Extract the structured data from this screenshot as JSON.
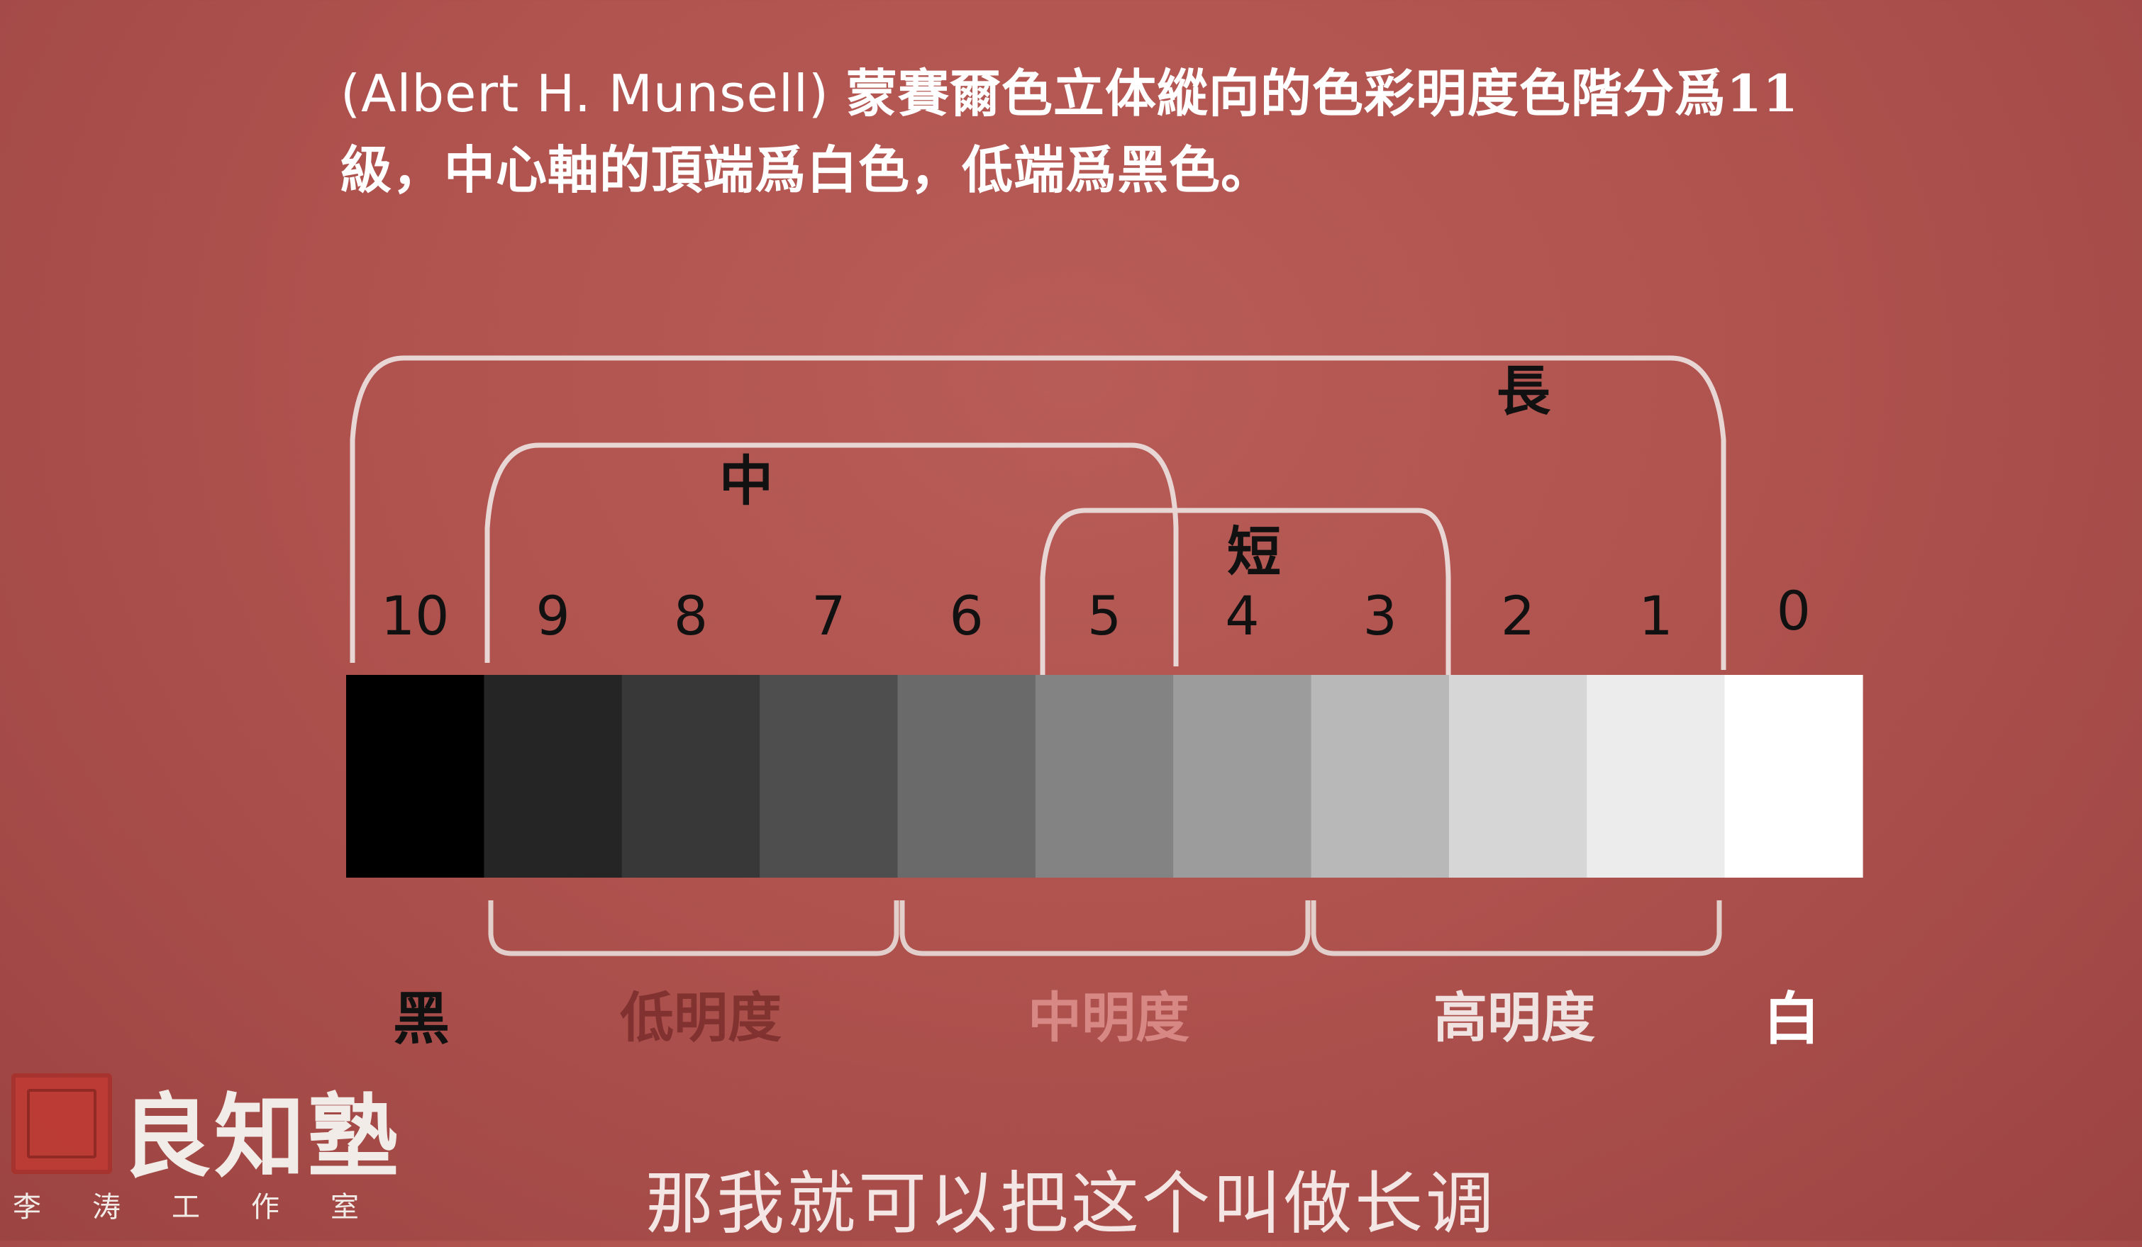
{
  "description": {
    "latin": "(Albert H. Munsell) ",
    "line1": "蒙賽爾色立体縱向的色彩明度色階分爲11",
    "line2": "級，中心軸的頂端爲白色，低端爲黑色。"
  },
  "scale": {
    "labels": [
      "10",
      "9",
      "8",
      "7",
      "6",
      "5",
      "4",
      "3",
      "2",
      "1",
      "0"
    ],
    "grays": [
      "#000000",
      "#252525",
      "#383838",
      "#4e4e4e",
      "#6a6a6a",
      "#838383",
      "#9c9c9c",
      "#b8b8b8",
      "#d6d6d6",
      "#ececec",
      "#ffffff"
    ]
  },
  "brackets": {
    "long": "長",
    "middle": "中",
    "short": "短"
  },
  "groups": {
    "low": "低明度",
    "mid": "中明度",
    "high": "高明度"
  },
  "ends": {
    "black": "黑",
    "white": "白"
  },
  "logo": {
    "title": "良知塾",
    "subtitle": "李涛工作室"
  },
  "subtitle": "那我就可以把这个叫做长调"
}
